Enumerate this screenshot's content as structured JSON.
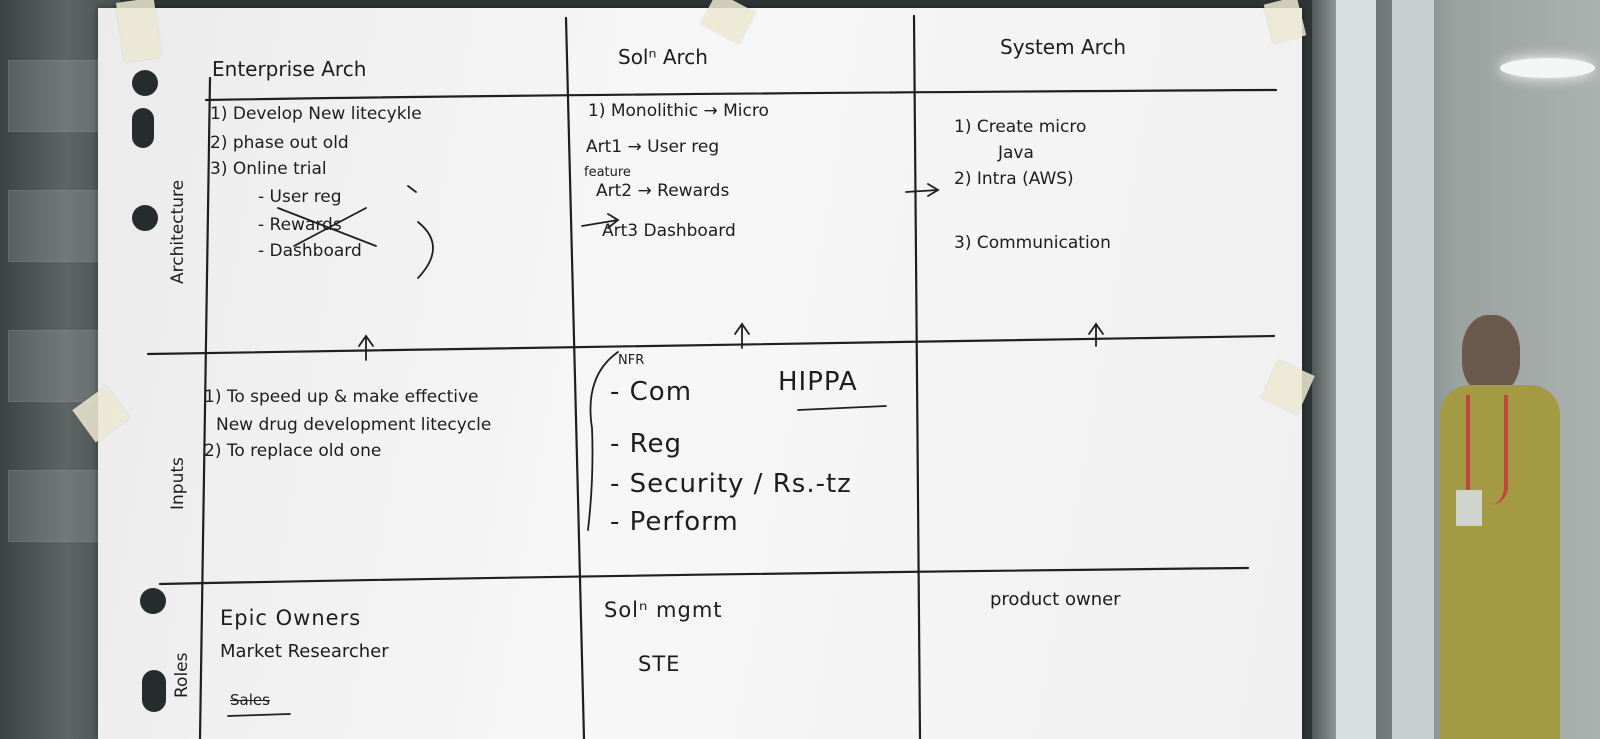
{
  "columns": {
    "enterprise": "Enterprise Arch",
    "solution": "Solⁿ Arch",
    "system": "System Arch"
  },
  "rows": {
    "architecture": "Architecture",
    "inputs": "Inputs",
    "roles": "Roles"
  },
  "architecture": {
    "enterprise": [
      "1) Develop New litecykle",
      "2) phase out old",
      "3) Online trial",
      "- User reg",
      "- Rewards",
      "- Dashboard"
    ],
    "solution": [
      "1) Monolithic → Micro",
      "Art1 → User reg",
      "feature",
      "Art2 → Rewards",
      "Art3 Dashboard"
    ],
    "system": [
      "1) Create micro",
      "Java",
      "2) Intra (AWS)",
      "3) Communication"
    ]
  },
  "inputs": {
    "enterprise": [
      "1) To speed up & make effective",
      "New drug development litecycle",
      "2) To replace old one"
    ],
    "solution": [
      "NFR",
      "- Com",
      "HIPPA",
      "- Reg",
      "- Security / Rs.-tz",
      "- Perform"
    ]
  },
  "roles": {
    "enterprise": [
      "Epic Owners",
      "Market Researcher",
      "Sales"
    ],
    "solution": [
      "Solⁿ mgmt",
      "STE"
    ],
    "system": [
      "product owner"
    ]
  },
  "colors": {
    "paper": "#f6f6f6",
    "ink": "#1d1d1d",
    "tape": "#ece8d2",
    "background": "#2e3534"
  }
}
